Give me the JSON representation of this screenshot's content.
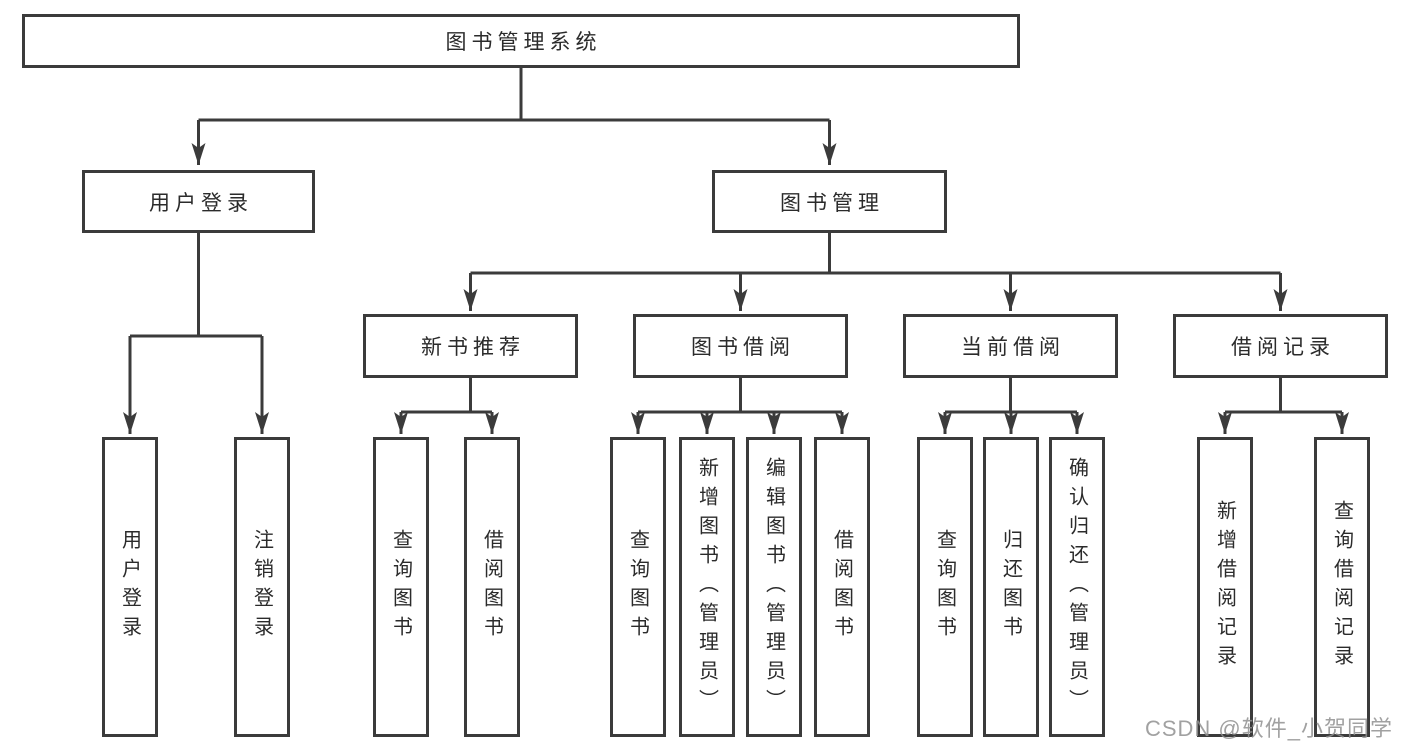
{
  "diagram": {
    "title": "图书管理系统",
    "watermark": "CSDN @软件_小贺同学",
    "colors": {
      "line": "#3b3b3b",
      "text": "#2b2b2b",
      "box_background": "#ffffff",
      "page_background": "#ffffff",
      "watermark": "#919191"
    },
    "level1": [
      {
        "label": "用户登录"
      },
      {
        "label": "图书管理"
      }
    ],
    "level2": [
      {
        "label": "新书推荐"
      },
      {
        "label": "图书借阅"
      },
      {
        "label": "当前借阅"
      },
      {
        "label": "借阅记录"
      }
    ],
    "leaves": [
      {
        "label": "用户登录"
      },
      {
        "label": "注销登录"
      },
      {
        "label": "查询图书"
      },
      {
        "label": "借阅图书"
      },
      {
        "label": "查询图书"
      },
      {
        "label": "新增图书（管理员）"
      },
      {
        "label": "编辑图书（管理员）"
      },
      {
        "label": "借阅图书"
      },
      {
        "label": "查询图书"
      },
      {
        "label": "归还图书"
      },
      {
        "label": "确认归还（管理员）"
      },
      {
        "label": "新增借阅记录"
      },
      {
        "label": "查询借阅记录"
      }
    ]
  }
}
